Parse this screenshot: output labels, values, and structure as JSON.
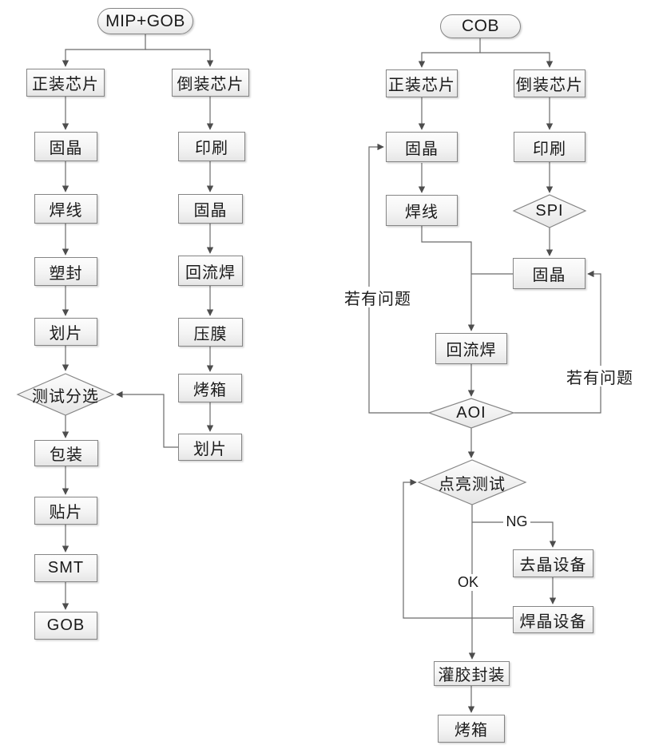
{
  "page": {
    "background": "#ffffff"
  },
  "colors": {
    "node_border": "#858585",
    "node_fill_top": "#fdfdfd",
    "node_fill_bottom": "#e6e6e6",
    "connector": "#6b6b6b",
    "arrowhead": "#4d4d4d",
    "text": "#1a1a1a"
  },
  "mip_flow": {
    "start": "MIP+GOB",
    "front_chip": "正装芯片",
    "flip_chip": "倒装芯片",
    "die_bond_1": "固晶",
    "wire_bond": "焊线",
    "molding": "塑封",
    "dicing_1": "划片",
    "test_sort": "测试分选",
    "packing": "包装",
    "placement": "贴片",
    "smt": "SMT",
    "gob": "GOB",
    "printing": "印刷",
    "die_bond_2": "固晶",
    "reflow": "回流焊",
    "lamination": "压膜",
    "oven": "烤箱",
    "dicing_2": "划片"
  },
  "cob_flow": {
    "start": "COB",
    "front_chip": "正装芯片",
    "flip_chip": "倒装芯片",
    "die_bond_left": "固晶",
    "wire_bond": "焊线",
    "printing": "印刷",
    "spi": "SPI",
    "die_bond_merge": "固晶",
    "reflow": "回流焊",
    "aoi": "AOI",
    "light_test": "点亮测试",
    "ng_label": "NG",
    "ok_label": "OK",
    "issue_label_left": "若有问题",
    "issue_label_right": "若有问题",
    "remove_die_equipment": "去晶设备",
    "weld_die_equipment": "焊晶设备",
    "glue_encapsulation": "灌胶封装",
    "oven": "烤箱"
  }
}
